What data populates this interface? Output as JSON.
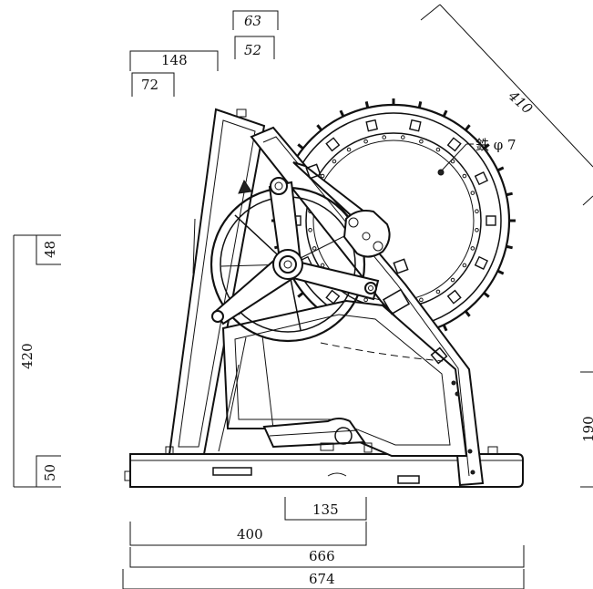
{
  "figure": {
    "dimensions": {
      "top_63": "63",
      "top_52": "52",
      "top_148": "148",
      "top_72": "72",
      "diag_410": "410",
      "material_note": "鉄 φ 7",
      "left_48": "48",
      "left_420": "420",
      "left_50": "50",
      "right_190": "190",
      "bottom_135": "135",
      "bottom_400": "400",
      "bottom_666": "666",
      "bottom_674": "674"
    },
    "colors": {
      "line": "#111111",
      "background": "#ffffff"
    }
  }
}
